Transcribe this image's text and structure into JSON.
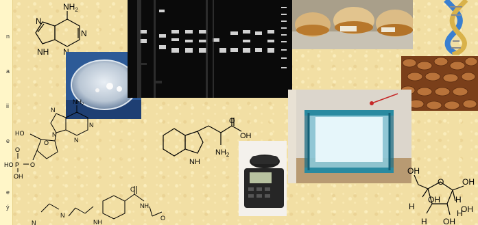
{
  "side_letters": [
    "n",
    "a",
    "ii",
    "e",
    "e",
    "ý"
  ],
  "structures": {
    "adenine": {
      "nh2": "NH",
      "nh2_sub": "2",
      "ring_n": [
        "N",
        "N",
        "N"
      ],
      "nh": "NH"
    },
    "nucleotide": {
      "nh2": "NH",
      "nh2_sub": "2",
      "ring_n": [
        "N",
        "N",
        "N",
        "N"
      ],
      "ho_top": "HO",
      "o_ring": "O",
      "o_link": "O",
      "p": "P",
      "p_o": "O",
      "ho_left": "HO",
      "oh_bottom": "OH"
    },
    "tryptophan": {
      "o": "O",
      "oh": "OH",
      "nh2": "NH",
      "nh2_sub": "2",
      "nh": "NH"
    },
    "folate_fragment": {
      "n_left": "N",
      "n_mid": "N",
      "nh": "NH",
      "o": "O",
      "nh_amide": "NH",
      "o2": "O"
    },
    "fructose": {
      "oh_top": "OH",
      "o_ring": "O",
      "h_labels": [
        "H",
        "H",
        "H",
        "H"
      ],
      "oh_labels": [
        "OH",
        "OH",
        "OH"
      ],
      "oh_right": "OH"
    }
  },
  "colors": {
    "background": "#f2dfa4",
    "gel": "#0a0a0a",
    "band": "#f4f4f4",
    "petri": "#3b6fb0",
    "dna_blue": "#3a7fd0",
    "dna_gold": "#d9b24a"
  }
}
